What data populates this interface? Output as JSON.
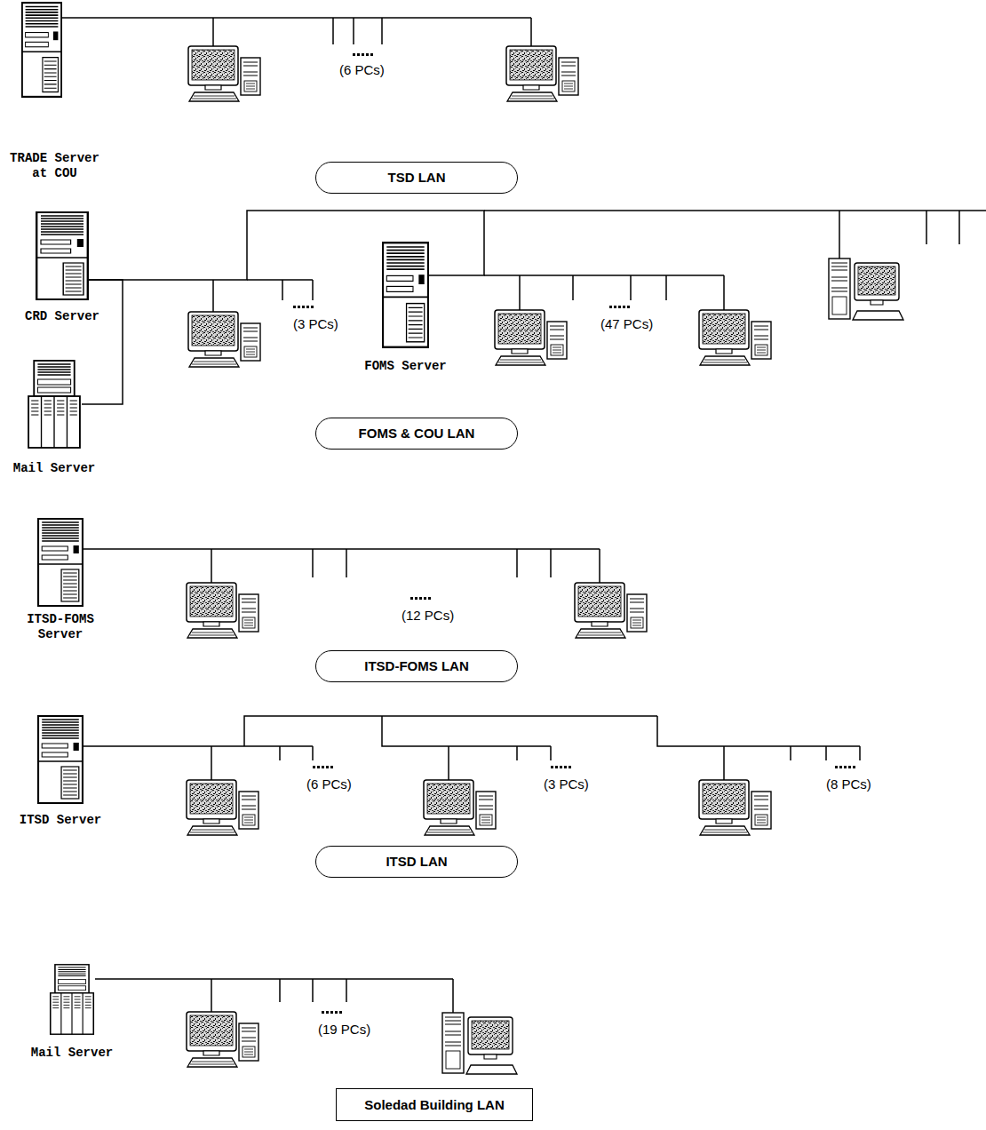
{
  "diagram": {
    "nodes": [
      {
        "text": [
          "TRADE Server at COU"
        ]
      },
      {
        "text": [
          "TSD LAN"
        ]
      },
      {
        "text": [
          "CRD Server"
        ]
      },
      {
        "text": [
          "Mail Server"
        ]
      },
      {
        "text": [
          "FOMS Server"
        ]
      },
      {
        "text": [
          "FOMS & COU LAN"
        ]
      },
      {
        "text": [
          "ITSD-FOMS Server"
        ]
      },
      {
        "text": [
          "ITSD-FOMS LAN"
        ]
      },
      {
        "text": [
          "ITSD Server"
        ]
      },
      {
        "text": [
          "ITSD LAN"
        ]
      },
      {
        "text": [
          "Mail Server"
        ]
      },
      {
        "text": [
          "Soledad Building LAN"
        ]
      }
    ],
    "edges": [
      {
        "from": 3,
        "to": 2,
        "arrow": "none"
      },
      {
        "from": 2,
        "to": 4,
        "arrow": "none"
      }
    ],
    "labels": [
      "(6 PCs)",
      "(3 PCs)",
      "(47 PCs)",
      "(12 PCs)",
      "(6 PCs)",
      "(3 PCs)",
      "(8 PCs)",
      "(19 PCs)"
    ]
  }
}
